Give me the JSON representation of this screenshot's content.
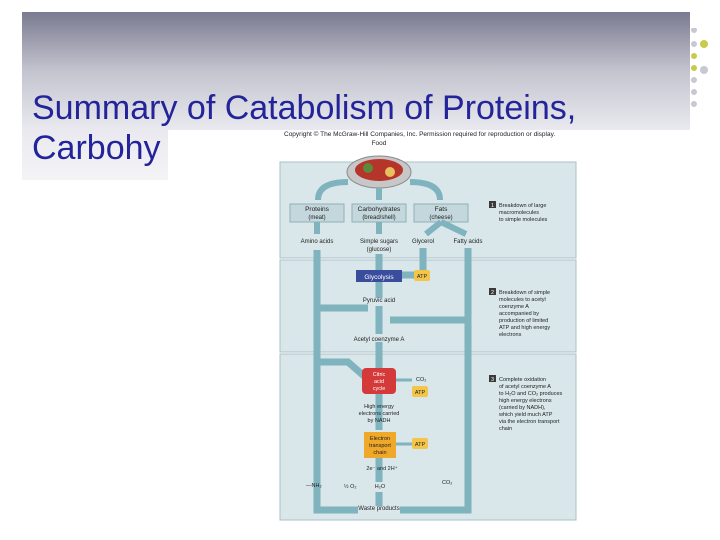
{
  "slide": {
    "title_line1": "Summary of Catabolism of Proteins,",
    "title_line2": "Carbohy"
  },
  "figure": {
    "copyright": "Copyright © The McGraw-Hill Companies, Inc. Permission required for reproduction or display.",
    "food": "Food",
    "proteins": "Proteins",
    "proteins_example": "(meat)",
    "carbohydrates": "Carbohydrates",
    "carbohydrates_example": "(bread/shell)",
    "fats": "Fats",
    "fats_example": "(cheese)",
    "amino_acids": "Amino acids",
    "simple_sugars": "Simple sugars",
    "simple_sugars_example": "(glucose)",
    "glycerol": "Glycerol",
    "fatty_acids": "Fatty acids",
    "glycolysis": "Glycolysis",
    "atp": "ATP",
    "pyruvic_acid": "Pyruvic acid",
    "acetyl_coa": "Acetyl coenzyme A",
    "citric_acid_cycle_1": "Citric",
    "citric_acid_cycle_2": "acid",
    "citric_acid_cycle_3": "cycle",
    "co2": "CO₂",
    "high_energy_1": "High energy",
    "high_energy_2": "electrons carried",
    "high_energy_3": "by NADH",
    "etc_1": "Electron",
    "etc_2": "transport",
    "etc_3": "chain",
    "electrons_h": "2e⁻ and 2H⁺",
    "nh3": "—NH₂",
    "half_o2": "½ O₂",
    "h2o": "H₂O",
    "waste": "Waste products",
    "step1_num": "1",
    "step1": [
      "Breakdown of large",
      "macromolecules",
      "to simple molecules"
    ],
    "step2_num": "2",
    "step2": [
      "Breakdown of simple",
      "molecules to acetyl",
      "coenzyme A",
      "accompanied by",
      "production of limited",
      "ATP and high energy",
      "electrons"
    ],
    "step3_num": "3",
    "step3": [
      "Complete oxidation",
      "of acetyl coenzyme A",
      "to H₂O and CO₂ produces",
      "high energy electrons",
      "(carried by NADH),",
      "which yield much ATP",
      "via the electron transport",
      "chain"
    ]
  },
  "colors": {
    "title": "#24249a",
    "arrow": "#7fb3bd",
    "panel": "#d9e6ea",
    "glycolysis_box": "#3a4c9c",
    "citric_box": "#d43a3a",
    "etc_box": "#f0a82a",
    "atp_badge": "#f3c64a"
  }
}
